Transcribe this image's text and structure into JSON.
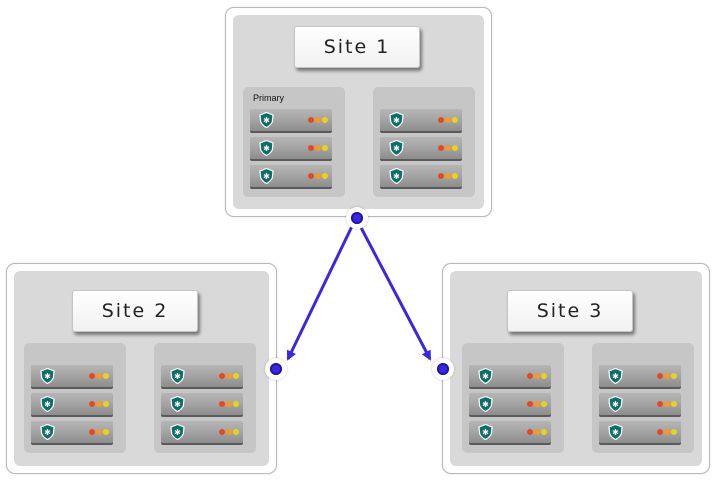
{
  "sites": [
    {
      "id": "site1",
      "title": "Site 1",
      "racks": [
        {
          "label": "Primary",
          "units": 3
        },
        {
          "label": "",
          "units": 3
        }
      ]
    },
    {
      "id": "site2",
      "title": "Site 2",
      "racks": [
        {
          "label": "",
          "units": 3
        },
        {
          "label": "",
          "units": 3
        }
      ]
    },
    {
      "id": "site3",
      "title": "Site 3",
      "racks": [
        {
          "label": "",
          "units": 3
        },
        {
          "label": "",
          "units": 3
        }
      ]
    }
  ],
  "connections": [
    {
      "from": "Site 1",
      "to": "Site 2"
    },
    {
      "from": "Site 1",
      "to": "Site 3"
    }
  ],
  "colors": {
    "connector": "#3a28e0",
    "shield": "#0e6e6a",
    "led_red": "#e14a23",
    "led_orange": "#f29a2c",
    "led_yellow": "#e9d21e"
  }
}
